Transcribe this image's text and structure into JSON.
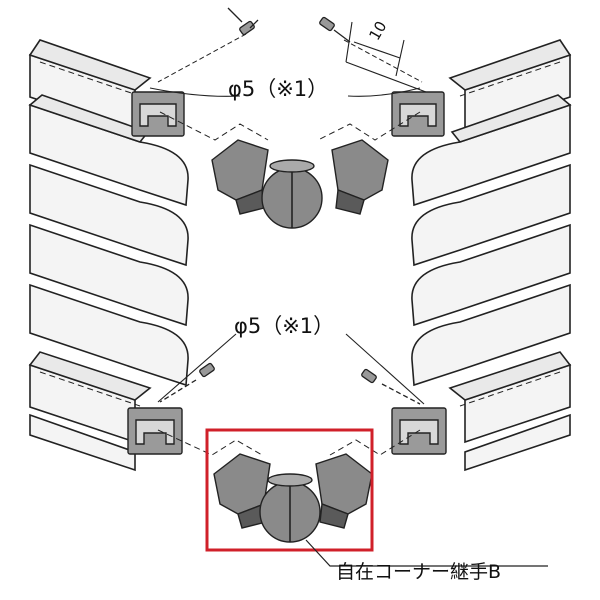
{
  "labels": {
    "diameter_top": "φ5（※1）",
    "diameter_bottom": "φ5（※1）",
    "dimension": "10",
    "part_name": "自在コーナー継手B"
  },
  "colors": {
    "line": "#222222",
    "rail_face": "#f4f4f4",
    "rail_side": "#e6e6e6",
    "joint": "#8a8a8a",
    "joint_dark": "#5a5a5a",
    "highlight_box": "#d0202a"
  },
  "icons": {
    "screw": "screw-icon",
    "joint": "corner-joint-icon"
  }
}
